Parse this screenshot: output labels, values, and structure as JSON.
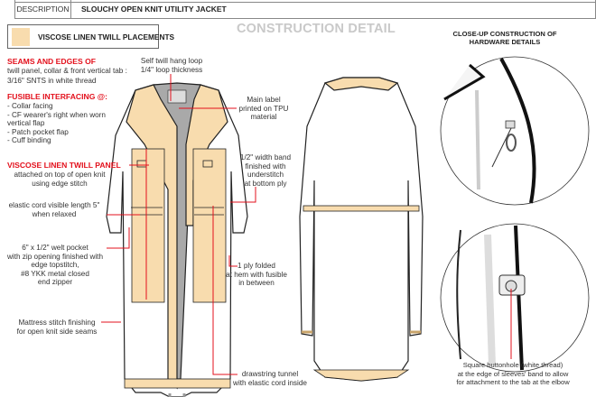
{
  "header": {
    "description_label": "DESCRIPTION",
    "description_value": "SLOUCHY OPEN KNIT UTILITY JACKET"
  },
  "legend": {
    "label": "VISCOSE LINEN TWILL PLACEMENTS",
    "color": "#f8dcae"
  },
  "title": "CONSTRUCTION DETAIL",
  "notes": {
    "seams_heading": "SEAMS AND EDGES OF",
    "seams_l1": "twill panel, collar & front vertical tab :",
    "seams_l2": "3/16\" SNTS in white thread",
    "fusible_heading": "FUSIBLE INTERFACING @:",
    "fusible_items": [
      "- Collar facing",
      "- CF wearer's right when worn",
      "vertical flap",
      "- Patch pocket flap",
      "- Cuff binding"
    ],
    "panel_heading": "VISCOSE LINEN TWILL PANEL",
    "panel_l1": "attached on top of open knit",
    "panel_l2": "using edge stitch",
    "elastic_l1": "elastic cord visible length 5\"",
    "elastic_l2": "when relaxed",
    "welt": [
      "6\" x 1/2\" welt pocket",
      "with zip opening finished with",
      "edge topstitch,",
      "#8 YKK metal closed",
      "end zipper"
    ],
    "mattress": [
      "Mattress stitch finishing",
      "for open knit side seams"
    ],
    "hang_loop": [
      "Self twill hang loop",
      "1/4\" loop thickness"
    ],
    "main_label": [
      "Main label",
      "printed on TPU",
      "material"
    ],
    "band": [
      "1/2\" width band",
      "finished with",
      "understitch",
      "at bottom ply"
    ],
    "ply": [
      "1 ply folded",
      "at hem with fusible",
      "in between"
    ],
    "drawstring": [
      "drawstring tunnel",
      "with elastic cord inside"
    ]
  },
  "closeup": {
    "title_l1": "CLOSE-UP CONSTRUCTION OF",
    "title_l2": "HARDWARE DETAILS",
    "caption": [
      "Square buttonhole (white thread)",
      "at the edge of sleeves' band to allow",
      "for attachment to the tab at the elbow"
    ]
  },
  "colors": {
    "red": "#e3101c",
    "twill": "#f8dcae",
    "grey": "#b9b9b9"
  }
}
